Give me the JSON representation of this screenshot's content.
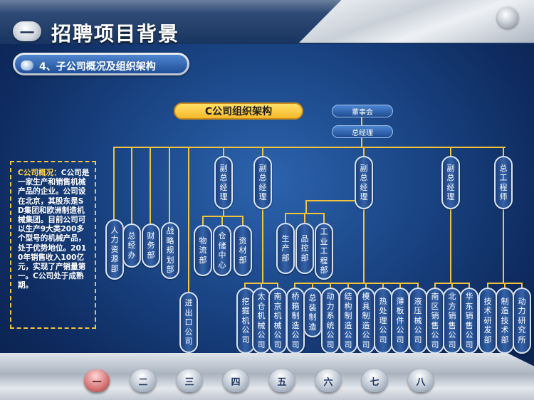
{
  "header": {
    "section_number": "一",
    "title": "招聘项目背景",
    "subtitle": "4、子公司概况及组织架构"
  },
  "chart": {
    "title": "C公司组织架构",
    "board": "董事会",
    "gm": "总经理",
    "direct_departments": [
      "人力资源部",
      "总经办",
      "财务部",
      "战略规划部",
      "进出口公司"
    ],
    "vp1": {
      "label": "副总经理",
      "departments": [
        "物流部",
        "仓储中心",
        "资材部"
      ]
    },
    "vp2": {
      "label": "副总经理",
      "subsidiaries": [
        "挖掘机公司",
        "太仓机械公司",
        "南京机械公司"
      ]
    },
    "vp3": {
      "label": "副总经理",
      "departments": [
        "生产部",
        "品控部",
        "工业工程部"
      ],
      "factories": [
        "桥箱制造公司",
        "总装制造",
        "动力系统公司",
        "结构制造公司",
        "模具制造公司",
        "热处理公司",
        "薄板件公司",
        "液压械公司"
      ]
    },
    "vp4": {
      "label": "副总经理",
      "sales": [
        "南区销售公司",
        "北方销售公司",
        "华东销售公司"
      ]
    },
    "chief_engineer": {
      "label": "总工程师",
      "departments": [
        "技术研发部",
        "制造技术部",
        "动力研究所"
      ]
    }
  },
  "info_box": {
    "lead": "C公司概况：",
    "body": "C公司是一家生产和销售机械产品的企业。公司设在北京，其股东是SD集团和欧洲制造机械集团。目前公司可以生产9大类200多个型号的机械产品，处于优势地位。2010年销售收入100亿元，实现了产销量第一。C公司处于成熟期。"
  },
  "nav": {
    "items": [
      "一",
      "二",
      "三",
      "四",
      "五",
      "六",
      "七",
      "八"
    ],
    "active_index": 0
  },
  "colors": {
    "connector": "#f2c33b",
    "accent": "#f5b92a"
  }
}
